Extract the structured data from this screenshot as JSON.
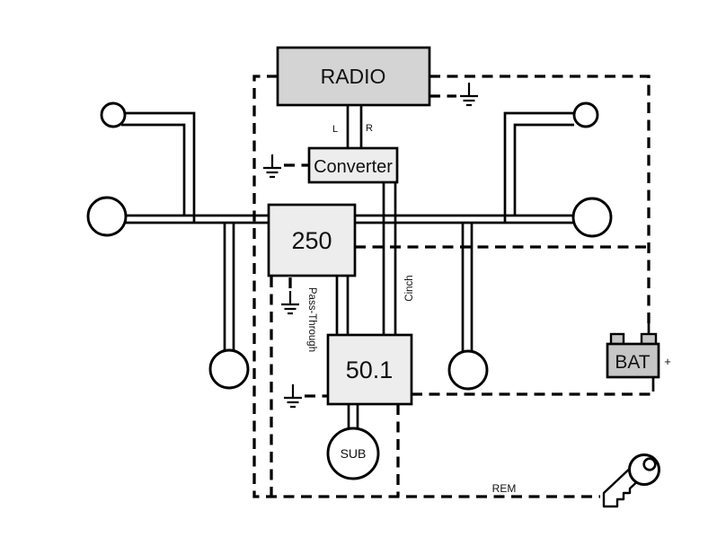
{
  "components": {
    "radio": {
      "label": "RADIO"
    },
    "converter": {
      "label": "Converter"
    },
    "amp_250": {
      "label": "250"
    },
    "amp_50_1": {
      "label": "50.1"
    },
    "subwoofer": {
      "label": "SUB"
    },
    "battery": {
      "label": "BAT",
      "plus_sign": "+"
    }
  },
  "labels": {
    "left_channel": "L",
    "right_channel": "R",
    "pass_through": "Pass-Through",
    "cinch": "Cinch",
    "remote": "REM"
  },
  "icons": {
    "ground": "ground-icon",
    "key": "key-icon",
    "speaker": "speaker-circle",
    "tweeter": "tweeter-circle",
    "subwoofer": "subwoofer-circle"
  },
  "colors": {
    "line": "#000000",
    "radio_fill": "#d4d4d4",
    "component_fill": "#ededed",
    "battery_fill": "#c6c6c6",
    "background": "#ffffff"
  }
}
